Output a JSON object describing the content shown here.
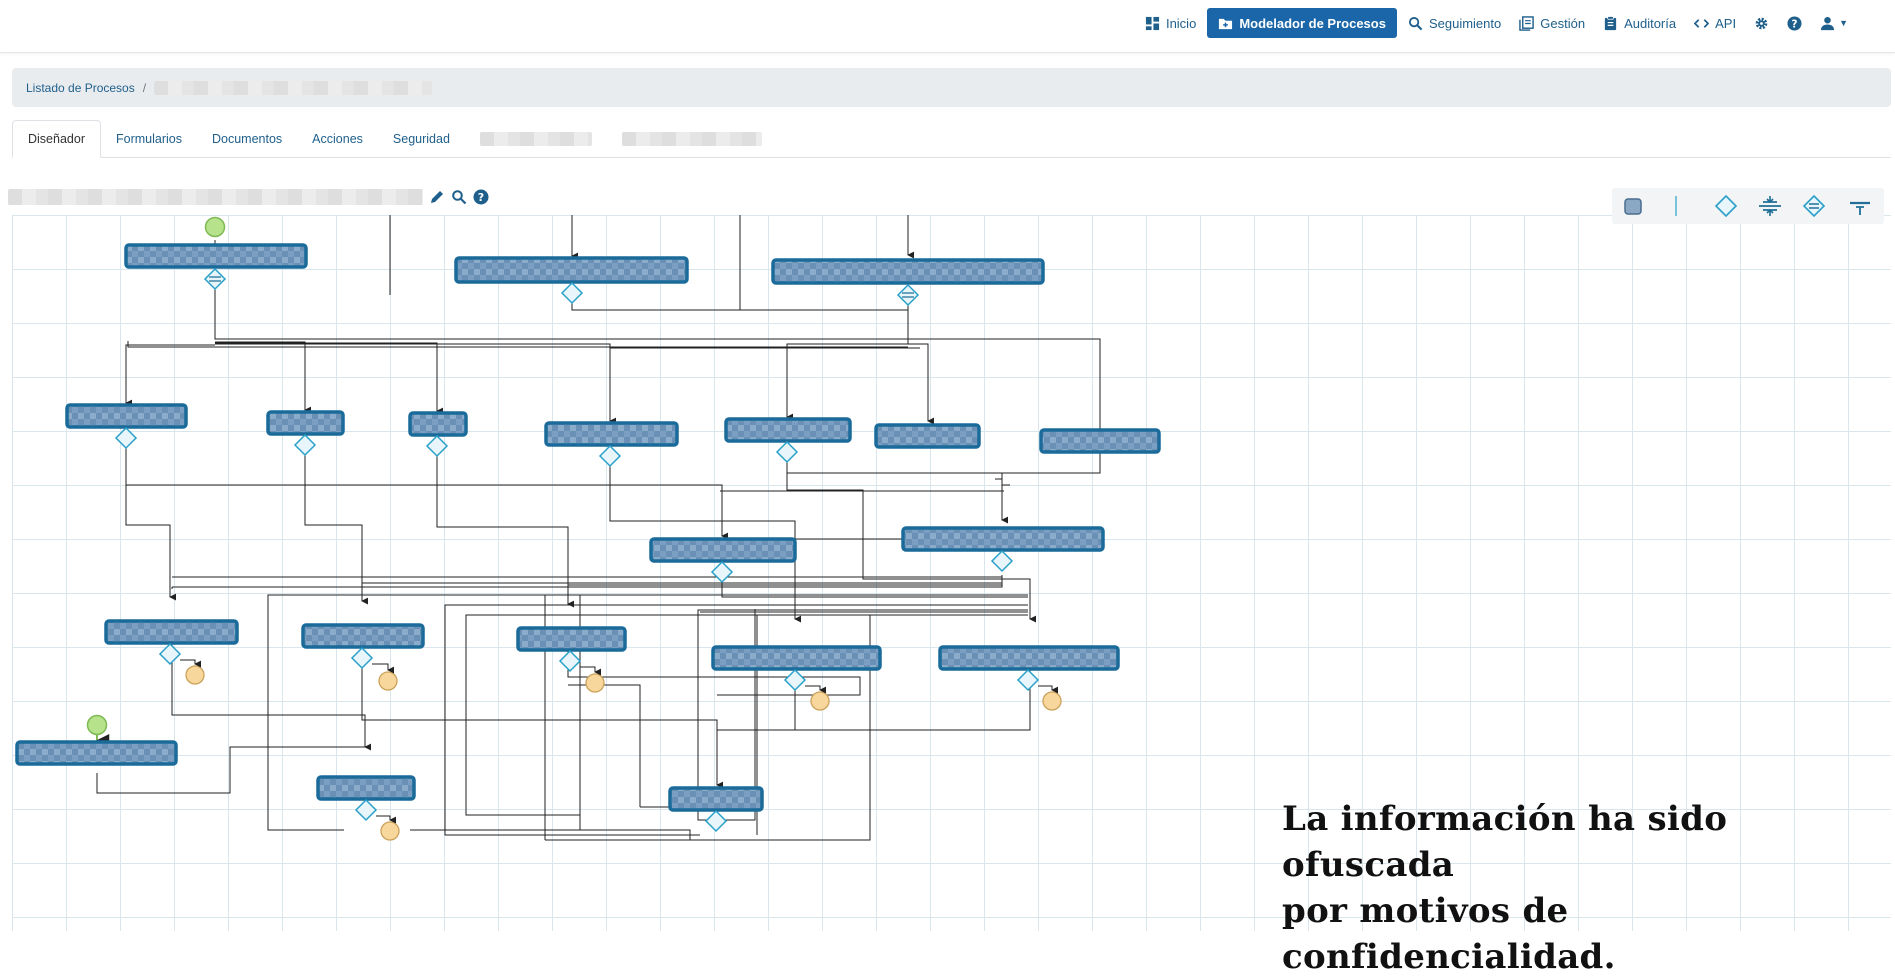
{
  "nav": {
    "inicio": "Inicio",
    "modelador": "Modelador de Procesos",
    "seguimiento": "Seguimiento",
    "gestion": "Gestión",
    "auditoria": "Auditoría",
    "api": "API"
  },
  "breadcrumb": {
    "root": "Listado de Procesos",
    "separator": "/"
  },
  "tabs": [
    "Diseñador",
    "Formularios",
    "Documentos",
    "Acciones",
    "Seguridad"
  ],
  "notice": {
    "line1": "La información ha sido ofuscada",
    "line2": "por motivos de confidencialidad."
  },
  "icons": {
    "inicio": "dashboard-icon",
    "modelador": "folder-plus-icon",
    "seguimiento": "search-icon",
    "gestion": "document-stack-icon",
    "auditoria": "clipboard-icon",
    "api": "code-icon",
    "settings": "gear-icon",
    "help": "help-icon",
    "user": "user-icon"
  },
  "colors": {
    "accent": "#1a66a8",
    "task_fill": "#5b8bb3",
    "task_border": "#1a6a9a",
    "gateway": "#29a0c8",
    "start_event": "#b6e28b",
    "end_event": "#f8d79c"
  }
}
